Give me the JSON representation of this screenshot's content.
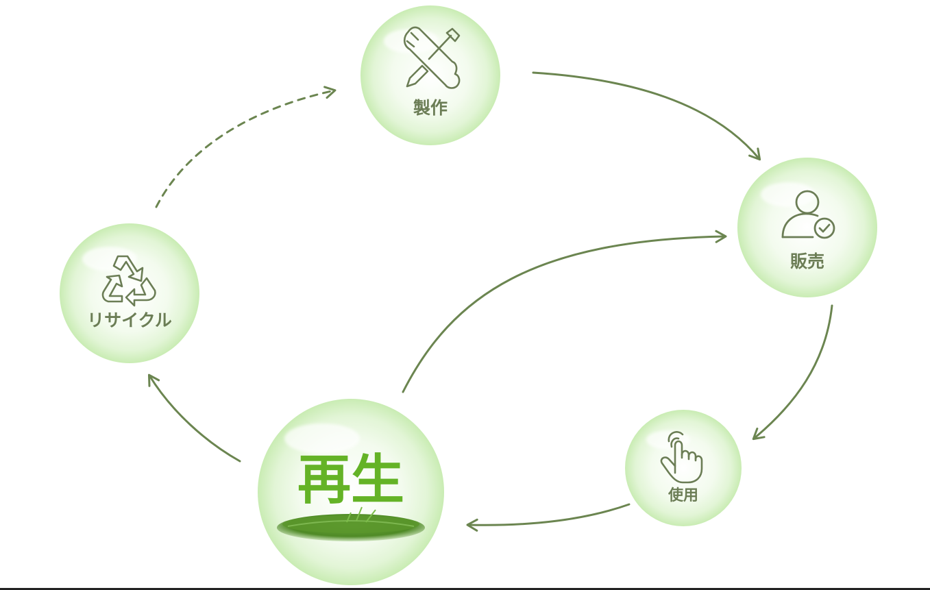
{
  "colors": {
    "arrow": "#6b8550",
    "icon": "#6b7d55",
    "label": "#6b7d55",
    "bubble_edge": "#c7ebb1",
    "bubble_fill": "#eef9e6",
    "center_title": "#64b326",
    "grass": "#5f9a2f"
  },
  "nodes": {
    "make": {
      "label": "製作",
      "icon": "wrench-screwdriver-icon"
    },
    "sell": {
      "label": "販売",
      "icon": "user-check-icon"
    },
    "use": {
      "label": "使用",
      "icon": "hand-pointer-icon"
    },
    "recycle": {
      "label": "リサイクル",
      "icon": "recycle-icon"
    },
    "regen": {
      "label": "再生",
      "icon": "grass-patch"
    }
  }
}
